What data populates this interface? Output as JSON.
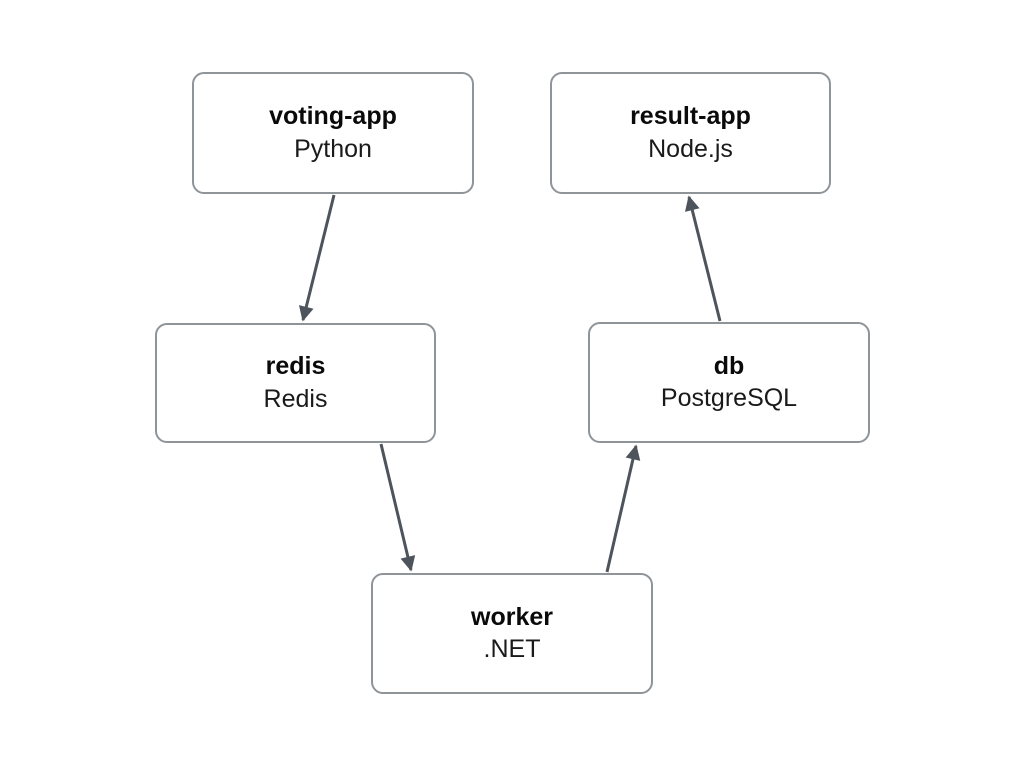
{
  "diagram": {
    "background_color": "#ffffff",
    "node_fill_color": "#ffffff",
    "node_border_color": "#8f9499",
    "arrow_color": "#4d545c",
    "nodes": [
      {
        "id": "voting-app",
        "title": "voting-app",
        "subtitle": "Python"
      },
      {
        "id": "result-app",
        "title": "result-app",
        "subtitle": "Node.js"
      },
      {
        "id": "redis",
        "title": "redis",
        "subtitle": "Redis"
      },
      {
        "id": "db",
        "title": "db",
        "subtitle": "PostgreSQL"
      },
      {
        "id": "worker",
        "title": "worker",
        "subtitle": ".NET"
      }
    ],
    "edges": [
      {
        "from": "voting-app",
        "to": "redis"
      },
      {
        "from": "redis",
        "to": "worker"
      },
      {
        "from": "worker",
        "to": "db"
      },
      {
        "from": "db",
        "to": "result-app"
      }
    ]
  }
}
